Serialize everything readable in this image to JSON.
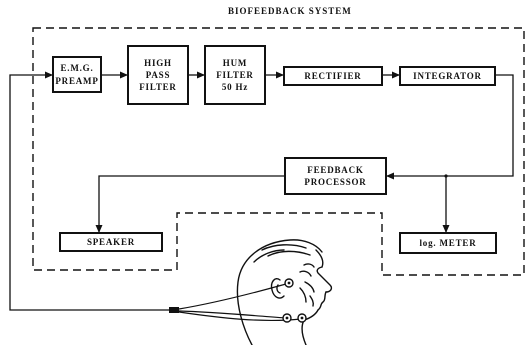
{
  "title": "BIOFEEDBACK SYSTEM",
  "blocks": {
    "emg_preamp": [
      "E.M.G.",
      "PREAMP"
    ],
    "high_pass_filter": [
      "HIGH",
      "PASS",
      "FILTER"
    ],
    "hum_filter": [
      "HUM",
      "FILTER",
      "50 Hz"
    ],
    "rectifier": [
      "RECTIFIER"
    ],
    "integrator": [
      "INTEGRATOR"
    ],
    "feedback_processor": [
      "FEEDBACK",
      "PROCESSOR"
    ],
    "speaker": [
      "SPEAKER"
    ],
    "log_meter": [
      "log.  METER"
    ]
  }
}
